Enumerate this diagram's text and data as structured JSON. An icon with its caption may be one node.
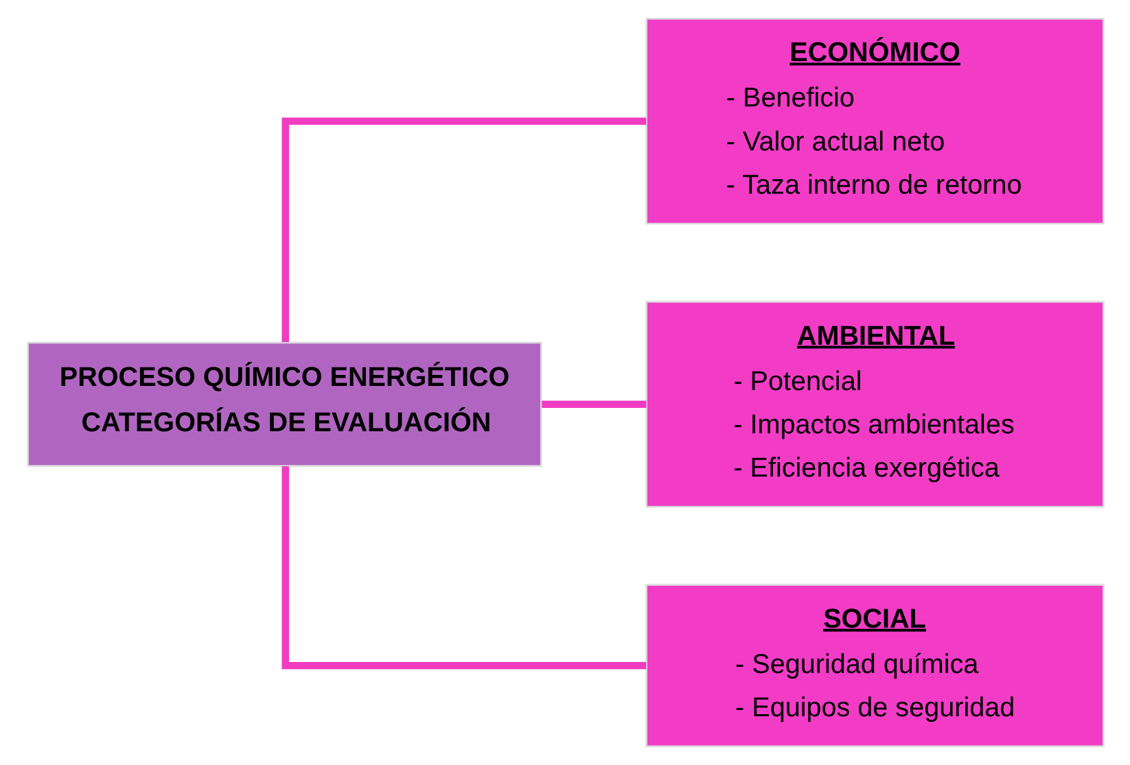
{
  "diagram": {
    "nodes": [
      {
        "text": [
          "PROCESO QUÍMICO ENERGÉTICO",
          "CATEGORÍAS DE EVALUACIÓN"
        ]
      },
      {
        "text": [
          "ECONÓMICO",
          "- Beneficio",
          "- Valor actual neto",
          "- Taza interno de retorno"
        ]
      },
      {
        "text": [
          "AMBIENTAL",
          "- Potencial",
          "- Impactos ambientales",
          "- Eficiencia exergética"
        ]
      },
      {
        "text": [
          "SOCIAL",
          "- Seguridad química",
          "- Equipos de seguridad"
        ]
      }
    ],
    "edges": [
      {
        "from": 0,
        "to": 1,
        "arrow": "none"
      },
      {
        "from": 0,
        "to": 2,
        "arrow": "none"
      },
      {
        "from": 0,
        "to": 3,
        "arrow": "none"
      }
    ]
  }
}
